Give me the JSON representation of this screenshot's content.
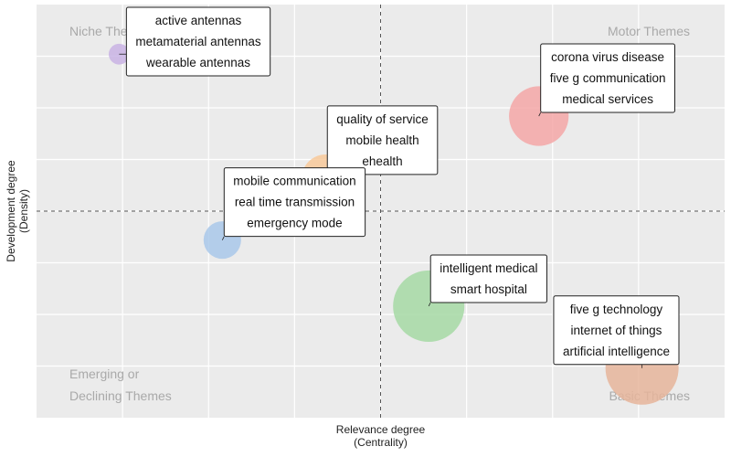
{
  "chart_data": {
    "type": "scatter",
    "title": "",
    "xlabel": [
      "Relevance degree",
      "(Centrality)"
    ],
    "ylabel": [
      "Development degree",
      "(Density)"
    ],
    "xlim": [
      0,
      100
    ],
    "ylim": [
      0,
      100
    ],
    "grid": true,
    "divider": {
      "x": 50,
      "y": 50
    },
    "quadrant_labels": {
      "top_left": [
        "Niche Themes"
      ],
      "top_right": [
        "Motor Themes"
      ],
      "bottom_left": [
        "Emerging or",
        "Declining Themes"
      ],
      "bottom_right": [
        "Basic Themes"
      ]
    },
    "clusters": [
      {
        "labels": [
          "active antennas",
          "metamaterial antennas",
          "wearable antennas"
        ],
        "x": 12,
        "y": 88,
        "size": 4,
        "color": "#c9b3e4"
      },
      {
        "labels": [
          "corona virus disease",
          "five g communication",
          "medical services"
        ],
        "x": 73,
        "y": 73,
        "size": 60,
        "color": "#f5a7a7"
      },
      {
        "labels": [
          "quality of service",
          "mobile health",
          "ehealth"
        ],
        "x": 42,
        "y": 58,
        "size": 35,
        "color": "#f8c99a"
      },
      {
        "labels": [
          "mobile communication",
          "real time transmission",
          "emergency mode"
        ],
        "x": 27,
        "y": 43,
        "size": 20,
        "color": "#a9c8ea"
      },
      {
        "labels": [
          "intelligent medical",
          "smart hospital"
        ],
        "x": 57,
        "y": 27,
        "size": 90,
        "color": "#a6d9a4"
      },
      {
        "labels": [
          "five g technology",
          "internet of things",
          "artificial intelligence"
        ],
        "x": 88,
        "y": 12,
        "size": 95,
        "color": "#e6b59b"
      }
    ]
  }
}
